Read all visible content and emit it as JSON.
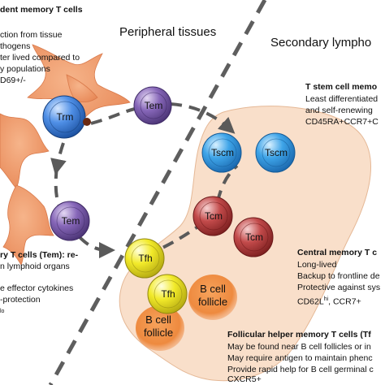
{
  "regions": {
    "peripheral": "Peripheral tissues",
    "secondary": "Secondary lympho"
  },
  "cells": {
    "trm": "Trm",
    "tem_top": "Tem",
    "tem_bottom": "Tem",
    "tscm_1": "Tscm",
    "tscm_2": "Tscm",
    "tcm_1": "Tcm",
    "tcm_2": "Tcm",
    "tfh_1": "Tfh",
    "tfh_2": "Tfh"
  },
  "follicles": {
    "right": [
      "B cell",
      "follicle"
    ],
    "left": [
      "B cell",
      "follicle"
    ]
  },
  "annotations": {
    "trm": {
      "title": "dent memory T cells",
      "lines": [
        "ction from tissue",
        "thogens",
        "ter lived compared to",
        "y populations",
        "D69+/-"
      ]
    },
    "tem": {
      "title_lines": [
        "ry T cells (Tem): re-",
        "n lymphoid organs"
      ],
      "lines": [
        "e effector cytokines",
        "-protection",
        "lo"
      ]
    },
    "tscm": {
      "title": "T stem cell memo",
      "lines": [
        "Least differentiated",
        "and self-renewing",
        "CD45RA+CCR7+C"
      ]
    },
    "tcm": {
      "title": "Central memory T c",
      "lines": [
        "Long-lived",
        "Backup to frontline de",
        "Protective against sys",
        "CD62L^hi, CCR7+"
      ]
    },
    "tfh": {
      "title": "Follicular helper memory T cells (Tf",
      "lines": [
        "May be found near B cell follicles or in",
        "May require antigen to maintain phenc",
        "Provide rapid help for B cell germinal c",
        "CXCR5+"
      ]
    }
  },
  "colors": {
    "trm": "#2f6fc8",
    "tem": "#6a4d95",
    "tscm": "#2a8fd6",
    "tcm": "#a83232",
    "tfh": "#e9e21c",
    "follicle": "#f08a3c",
    "lymph_region": "#f9dfca",
    "tissue": "#ee9a6a"
  }
}
